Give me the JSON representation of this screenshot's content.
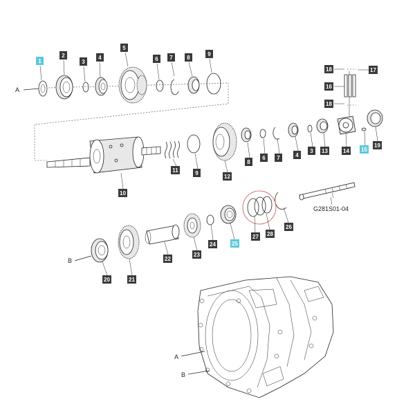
{
  "diagram": {
    "code": "G281S01-04",
    "accent_color": "#5bc8d9",
    "callout_color": "#3a3a3a",
    "refs": [
      "A",
      "B"
    ],
    "callouts": [
      "1",
      "2",
      "3",
      "4",
      "5",
      "6",
      "7",
      "8",
      "9",
      "10",
      "11",
      "12",
      "13",
      "14",
      "15",
      "16",
      "17",
      "18",
      "19",
      "20",
      "21",
      "22",
      "23",
      "24",
      "25",
      "26",
      "27",
      "28"
    ],
    "highlighted": [
      "1",
      "15",
      "25"
    ]
  }
}
